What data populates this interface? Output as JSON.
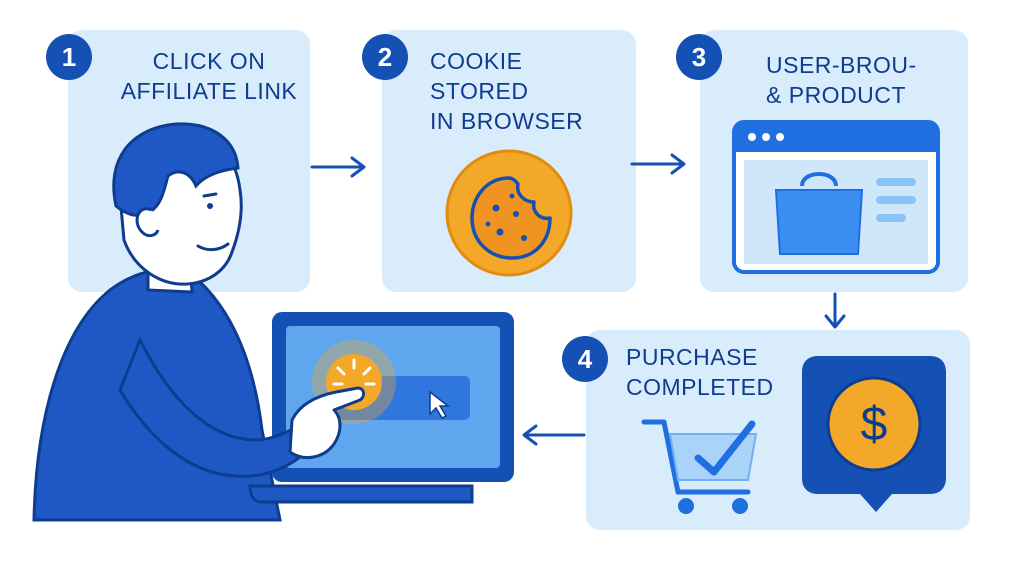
{
  "steps": [
    {
      "number": "1",
      "lines": [
        "CLICK ON",
        "AFFILIATE LINK"
      ]
    },
    {
      "number": "2",
      "lines": [
        "COOKIE",
        "STORED",
        "IN BROWSER"
      ]
    },
    {
      "number": "3",
      "lines": [
        "USER-BROU-",
        "& PRODUCT"
      ]
    },
    {
      "number": "4",
      "lines": [
        "PURCHASE",
        "COMPLETED"
      ]
    }
  ],
  "icons": {
    "person": "person-at-laptop-icon",
    "cookie": "cookie-icon",
    "browser": "browser-shopping-bag-icon",
    "cart": "shopping-cart-check-icon",
    "payment": "dollar-coin-icon"
  },
  "colors": {
    "card": "#d9ecfb",
    "badge": "#1550b5",
    "text": "#0e3d8f",
    "accent_orange": "#f4a82a"
  }
}
